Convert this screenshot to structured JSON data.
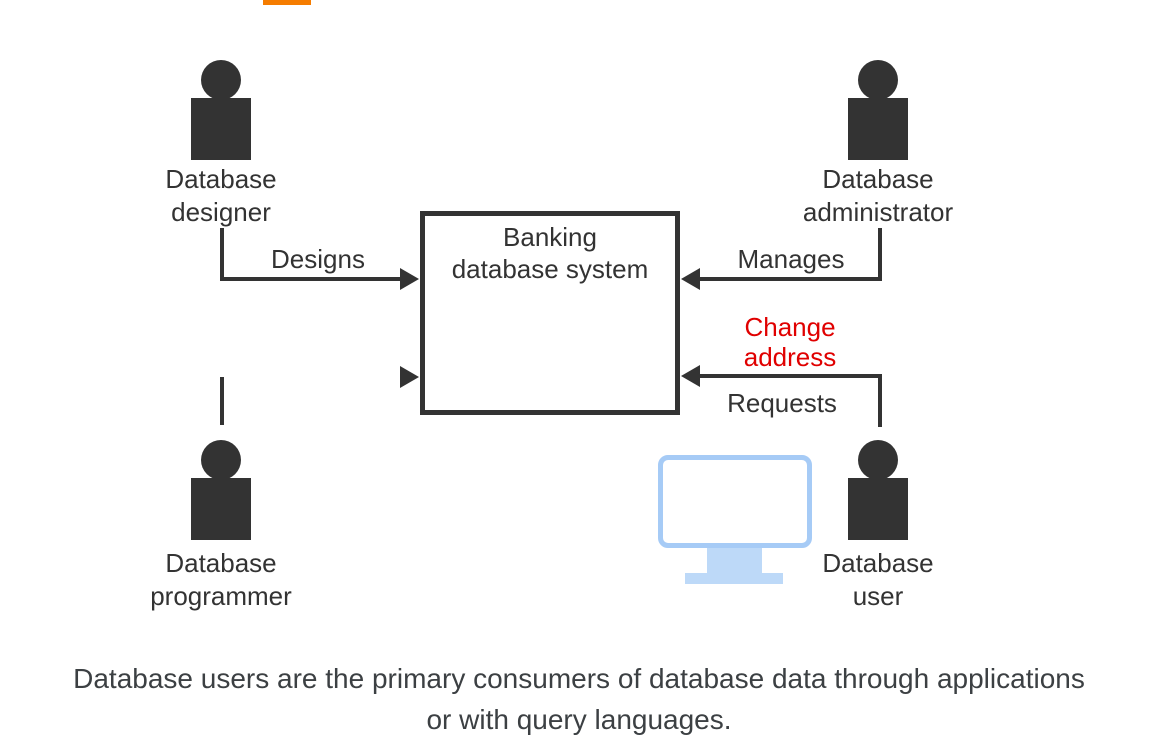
{
  "colors": {
    "accent_orange": "#F57C00",
    "ink": "#333333",
    "alert_red": "#E00000",
    "caption_gray": "#3C4043",
    "monitor_border_blue": "#A6CBF6",
    "monitor_fill_blue": "#BDD9F8"
  },
  "diagram": {
    "system_box": {
      "line1": "Banking",
      "line2": "database system"
    },
    "actors": [
      {
        "id": "database-designer",
        "line1": "Database",
        "line2": "designer"
      },
      {
        "id": "database-administrator",
        "line1": "Database",
        "line2": "administrator"
      },
      {
        "id": "database-programmer",
        "line1": "Database",
        "line2": "programmer"
      },
      {
        "id": "database-user",
        "line1": "Database",
        "line2": "user"
      }
    ],
    "arrows": [
      {
        "id": "designs",
        "label": "Designs"
      },
      {
        "id": "manages",
        "label": "Manages"
      },
      {
        "id": "requests",
        "label": "Requests",
        "annotation_line1": "Change",
        "annotation_line2": "address"
      }
    ]
  },
  "caption": {
    "line1": "Database users are the primary consumers of database data through applications",
    "line2": "or with query languages."
  }
}
